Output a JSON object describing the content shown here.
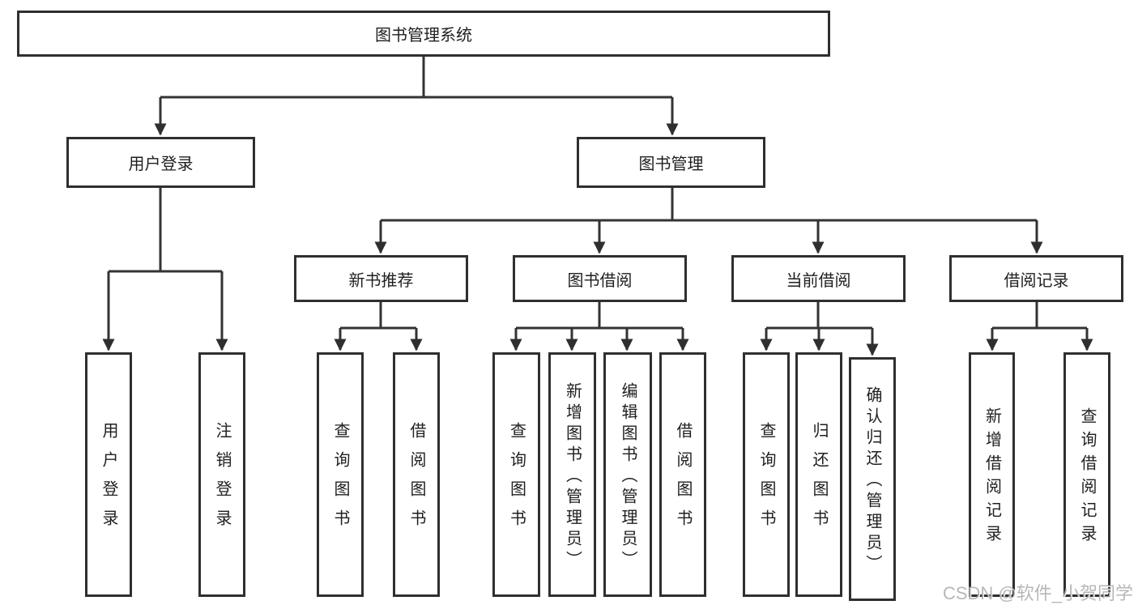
{
  "diagram": {
    "type": "hierarchy-tree",
    "tree": {
      "label": "图书管理系统",
      "children": [
        {
          "label": "用户登录",
          "children": [
            {
              "label": "用户登录"
            },
            {
              "label": "注销登录"
            }
          ]
        },
        {
          "label": "图书管理",
          "children": [
            {
              "label": "新书推荐",
              "children": [
                {
                  "label": "查询图书"
                },
                {
                  "label": "借阅图书"
                }
              ]
            },
            {
              "label": "图书借阅",
              "children": [
                {
                  "label": "查询图书"
                },
                {
                  "label": "新增图书（管理员）"
                },
                {
                  "label": "编辑图书（管理员）"
                },
                {
                  "label": "借阅图书"
                }
              ]
            },
            {
              "label": "当前借阅",
              "children": [
                {
                  "label": "查询图书"
                },
                {
                  "label": "归还图书"
                },
                {
                  "label": "确认归还（管理员）"
                }
              ]
            },
            {
              "label": "借阅记录",
              "children": [
                {
                  "label": "新增借阅记录"
                },
                {
                  "label": "查询借阅记录"
                }
              ]
            }
          ]
        }
      ]
    },
    "colors": {
      "line": "#333333",
      "border": "#2f2f2f",
      "text": "#1f1f1f",
      "background": "#ffffff",
      "watermark": "#aaaaaa"
    }
  },
  "watermark": {
    "text": "CSDN @软件_小贺同学"
  }
}
